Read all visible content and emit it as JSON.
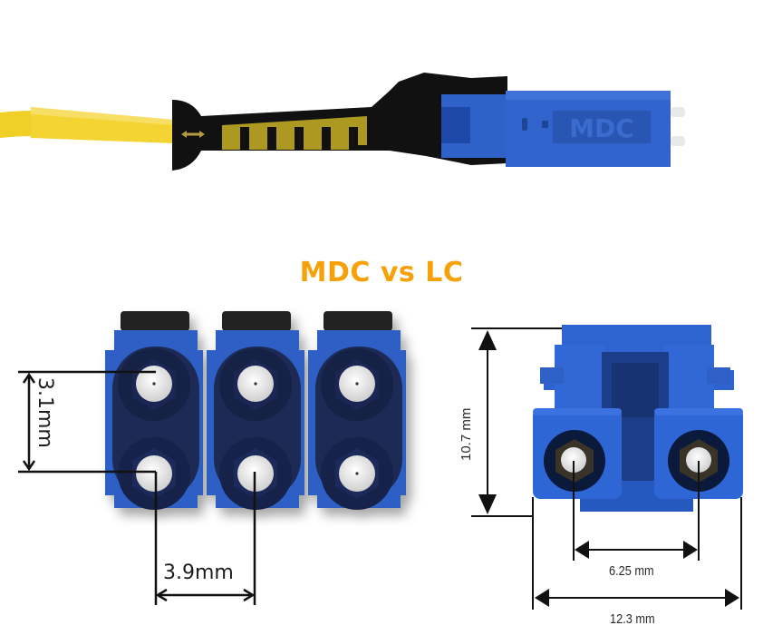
{
  "title": "MDC vs LC",
  "colors": {
    "title": "#f5a20a",
    "connector_blue": "#2f5fc4",
    "connector_blue_dark": "#1d3f8e",
    "boot_black": "#121212",
    "cable_yellow": "#f1d12a",
    "ferrule_white": "#f2f2f2"
  },
  "top_connector": {
    "label": "MDC",
    "description": "MDC connector side view with yellow fiber cable"
  },
  "mdc_diagram": {
    "connector_count": 3,
    "vertical_pitch": "3.1mm",
    "horizontal_pitch": "3.9mm"
  },
  "lc_diagram": {
    "height": "10.7 mm",
    "ferrule_pitch": "6.25 mm",
    "width": "12.3 mm"
  }
}
